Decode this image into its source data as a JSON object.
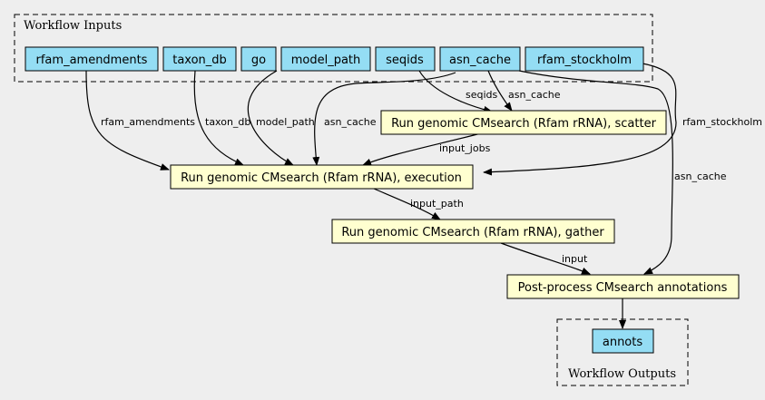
{
  "colors": {
    "background": "#eeeeee",
    "input_node_fill": "#94ddf4",
    "step_node_fill": "#ffffd0",
    "stroke": "#000000"
  },
  "clusters": {
    "inputs": {
      "label": "Workflow Inputs"
    },
    "outputs": {
      "label": "Workflow Outputs"
    }
  },
  "nodes": {
    "rfam_amendments": {
      "label": "rfam_amendments"
    },
    "taxon_db": {
      "label": "taxon_db"
    },
    "go": {
      "label": "go"
    },
    "model_path": {
      "label": "model_path"
    },
    "seqids": {
      "label": "seqids"
    },
    "asn_cache": {
      "label": "asn_cache"
    },
    "rfam_stockholm": {
      "label": "rfam_stockholm"
    },
    "scatter": {
      "label": "Run genomic CMsearch (Rfam rRNA), scatter"
    },
    "execution": {
      "label": "Run genomic CMsearch (Rfam rRNA), execution"
    },
    "gather": {
      "label": "Run genomic CMsearch (Rfam rRNA), gather"
    },
    "postprocess": {
      "label": "Post-process CMsearch annotations"
    },
    "annots": {
      "label": "annots"
    }
  },
  "edges": {
    "rfam_amendments_to_execution": {
      "label": "rfam_amendments"
    },
    "taxon_db_to_execution": {
      "label": "taxon_db"
    },
    "model_path_to_execution": {
      "label": "model_path"
    },
    "asn_cache_to_execution": {
      "label": "asn_cache"
    },
    "seqids_to_scatter": {
      "label": "seqids"
    },
    "asn_cache_to_scatter": {
      "label": "asn_cache"
    },
    "rfam_stockholm_to_execution": {
      "label": "rfam_stockholm"
    },
    "asn_cache_to_postprocess": {
      "label": "asn_cache"
    },
    "scatter_to_execution": {
      "label": "input_jobs"
    },
    "execution_to_gather": {
      "label": "input_path"
    },
    "gather_to_postprocess": {
      "label": "input"
    },
    "postprocess_to_annots": {
      "label": ""
    }
  }
}
